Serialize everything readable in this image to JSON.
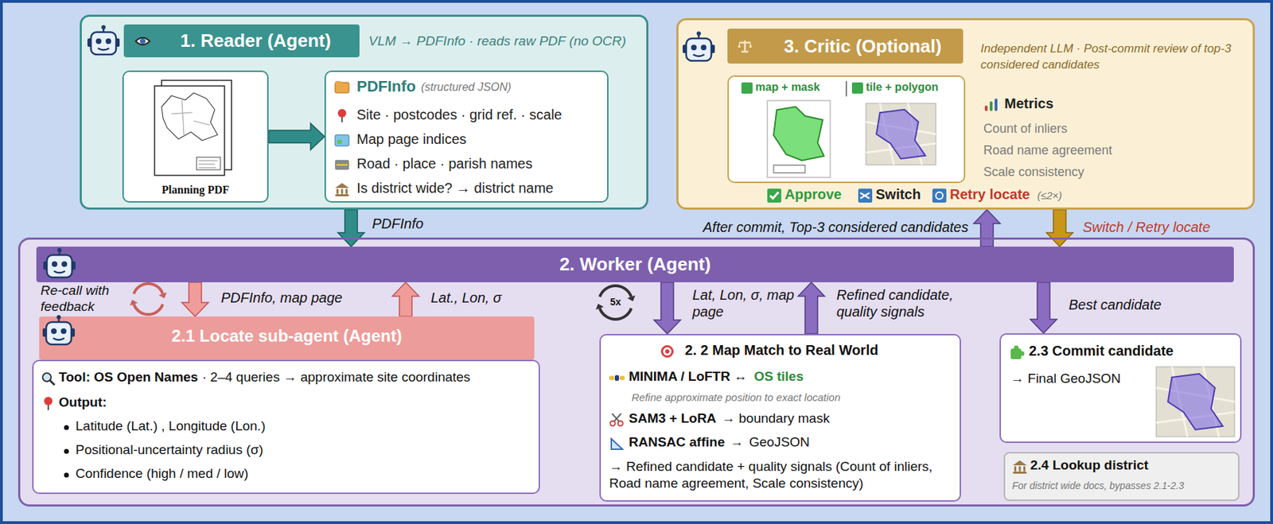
{
  "diagram": {
    "nodes": [
      {
        "text": [
          "1. Reader (Agent)",
          "VLM → PDFInfo · reads raw PDF (no OCR)"
        ]
      },
      {
        "text": [
          "Planning PDF"
        ],
        "in": 0
      },
      {
        "text": [
          "PDFInfo",
          "(structured JSON)",
          "Site · postcodes · grid ref. · scale",
          "Map page indices",
          "Road · place · parish names",
          "Is district wide? → district name"
        ],
        "in": 0
      },
      {
        "text": [
          "3. Critic (Optional)",
          "Independent LLM · Post-commit review of top-3 considered candidates",
          "Metrics",
          "Count of inliers",
          "Road name agreement",
          "Scale consistency",
          "Approve",
          "Switch",
          "Retry locate",
          "(≤2×)"
        ]
      },
      {
        "text": [
          "map + mask",
          "tile + polygon"
        ],
        "in": 3
      },
      {
        "text": [
          "2. Worker (Agent)"
        ]
      },
      {
        "text": [
          "2.1 Locate sub-agent (Agent)"
        ],
        "in": 5
      },
      {
        "text": [
          "Tool: OS Open Names",
          "· 2–4 queries → approximate site coordinates",
          "Output:",
          "Latitude (Lat.) , Longitude (Lon.)",
          "Positional-uncertainty radius (σ)",
          "Confidence (high / med / low)"
        ],
        "in": 5
      },
      {
        "text": [
          "2. 2 Map Match to Real World",
          "MINIMA / LoFTR ↔",
          "OS tiles",
          "Refine approximate position to exact location",
          "SAM3 + LoRA",
          "→ boundary mask",
          "RANSAC affine",
          "→",
          "GeoJSON",
          "→ Refined candidate + quality signals (Count of inliers, Road name agreement, Scale consistency)"
        ],
        "in": 5
      },
      {
        "text": [
          "2.3 Commit candidate",
          "→ Final GeoJSON"
        ],
        "in": 5
      },
      {
        "text": [
          "2.4 Lookup district",
          "For district wide docs, bypasses 2.1-2.3"
        ],
        "in": 5
      }
    ],
    "edges": [
      {
        "from": 0,
        "to": 5,
        "arrow": "to",
        "label": "PDFInfo"
      },
      {
        "from": 1,
        "to": 2,
        "arrow": "to"
      },
      {
        "from": 5,
        "to": 6,
        "arrow": "to",
        "label": "PDFInfo, map page"
      },
      {
        "from": 6,
        "to": 5,
        "arrow": "to",
        "label": "Lat., Lon, σ"
      },
      {
        "from": 5,
        "to": 8,
        "arrow": "to",
        "label": "Lat, Lon, σ, map page"
      },
      {
        "from": 8,
        "to": 5,
        "arrow": "to",
        "label": "Refined candidate, quality signals"
      },
      {
        "from": 5,
        "to": 9,
        "arrow": "to",
        "label": "Best candidate"
      },
      {
        "from": 5,
        "to": 3,
        "arrow": "to",
        "label": "After commit, Top-3 considered candidates"
      },
      {
        "from": 3,
        "to": 5,
        "arrow": "to",
        "label": "Switch / Retry locate"
      }
    ],
    "labels": [
      "Re-call with feedback",
      "5x"
    ]
  }
}
